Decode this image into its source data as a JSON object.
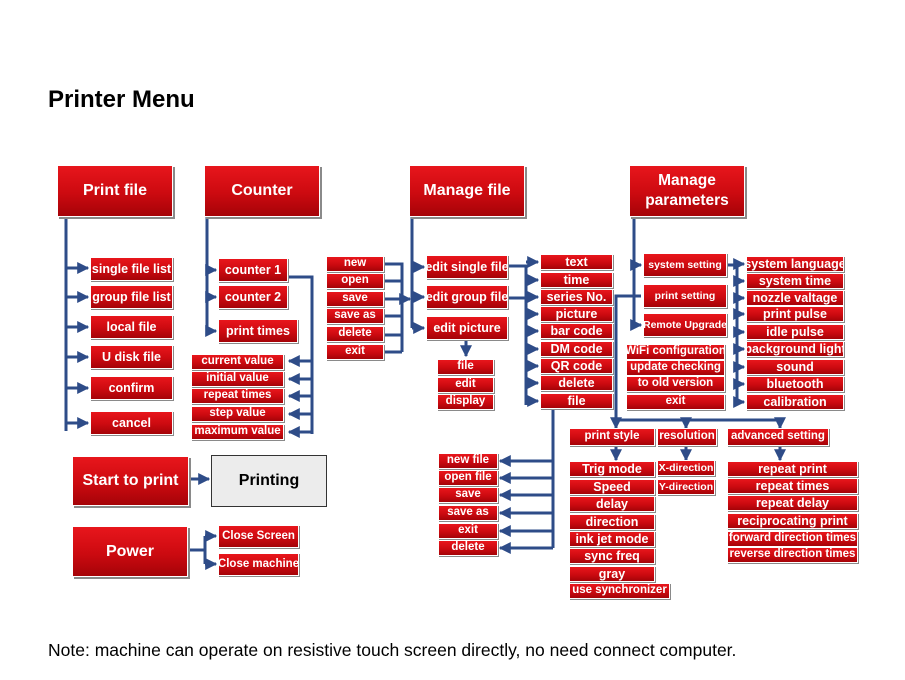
{
  "title": "Printer Menu",
  "note": "Note: machine can operate on resistive touch screen directly, no need connect computer.",
  "print_file": {
    "label": "Print file",
    "items": [
      "single file list",
      "group file list",
      "local file",
      "U disk file",
      "confirm",
      "cancel"
    ]
  },
  "counter": {
    "label": "Counter",
    "items": [
      "counter 1",
      "counter 2",
      "print times"
    ],
    "sub_items": [
      "current value",
      "initial value",
      "repeat times",
      "step value",
      "maximum value"
    ]
  },
  "file_ops": [
    "new",
    "open",
    "save",
    "save as",
    "delete",
    "exit"
  ],
  "manage_file": {
    "label": "Manage file",
    "items": [
      "edit single file",
      "edit group file",
      "edit picture"
    ],
    "picture_menu": [
      "file",
      "edit",
      "display"
    ],
    "objects": [
      "text",
      "time",
      "series No.",
      "picture",
      "bar code",
      "DM code",
      "QR code",
      "delete",
      "file"
    ],
    "file_menu": [
      "new file",
      "open file",
      "save",
      "save as",
      "exit",
      "delete"
    ]
  },
  "manage_parameters": {
    "label": "Manage parameters",
    "items": [
      "system setting",
      "print setting",
      "Remote Upgrade"
    ],
    "upgrade_items": [
      "WiFi configuration",
      "update checking",
      "to old version",
      "exit"
    ],
    "system_items": [
      "system language",
      "system time",
      "nozzle valtage",
      "print pulse",
      "idle pulse",
      "background light",
      "sound",
      "bluetooth",
      "calibration"
    ],
    "print_setting_tabs": [
      "print style",
      "resolution",
      "advanced setting"
    ],
    "print_style_items": [
      "Trig mode",
      "Speed",
      "delay",
      "direction",
      "ink jet mode",
      "sync freq",
      "gray",
      "use synchronizer"
    ],
    "resolution_items": [
      "X-direction",
      "Y-direction"
    ],
    "advanced_items": [
      "repeat print",
      "repeat times",
      "repeat delay",
      "reciprocating print",
      "forward direction times",
      "reverse direction times"
    ]
  },
  "start": {
    "label": "Start to print",
    "printing": "Printing"
  },
  "power": {
    "label": "Power",
    "items": [
      "Close Screen",
      "Close machine"
    ]
  },
  "colors": {
    "box_red": "#d10e14",
    "line_blue": "#2e4c88"
  }
}
